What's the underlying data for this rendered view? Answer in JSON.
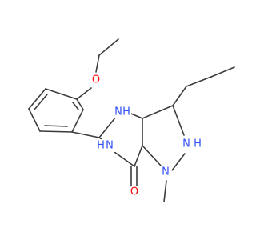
{
  "molecule": {
    "atoms": {
      "o_ether": {
        "element": "O",
        "color": "#ff0d0d"
      },
      "nh_ring_top": {
        "element": "N",
        "label": "H",
        "color": "#3050f8"
      },
      "nh_ring_left": {
        "element": "N",
        "label": "H",
        "color": "#3050f8"
      },
      "nh_pyrazole": {
        "element": "N",
        "label": "H",
        "color": "#3050f8"
      },
      "n_methyl": {
        "element": "N",
        "color": "#3050f8"
      },
      "o_carbonyl": {
        "element": "O",
        "color": "#ff0d0d"
      }
    },
    "bond_color": "#3c3c3c"
  }
}
